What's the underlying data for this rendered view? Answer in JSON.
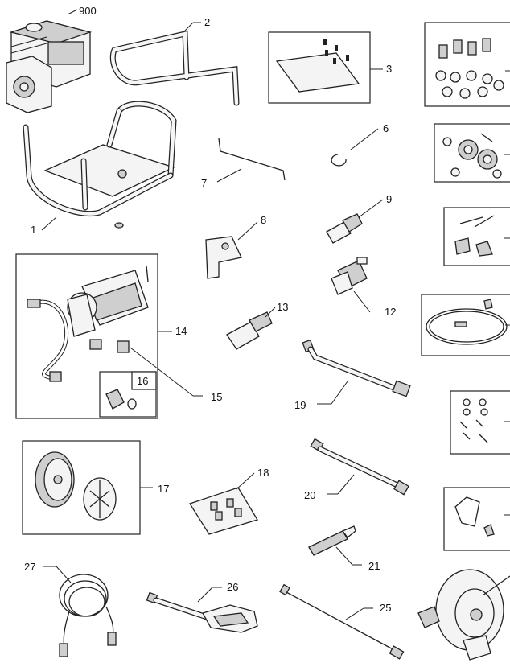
{
  "callouts": {
    "c900": "900",
    "c1": "1",
    "c2": "2",
    "c3": "3",
    "c6": "6",
    "c7": "7",
    "c8": "8",
    "c9": "9",
    "c12": "12",
    "c13": "13",
    "c14": "14",
    "c15": "15",
    "c16": "16",
    "c17": "17",
    "c18": "18",
    "c19": "19",
    "c20": "20",
    "c21": "21",
    "c25": "25",
    "c26": "26",
    "c27": "27"
  }
}
